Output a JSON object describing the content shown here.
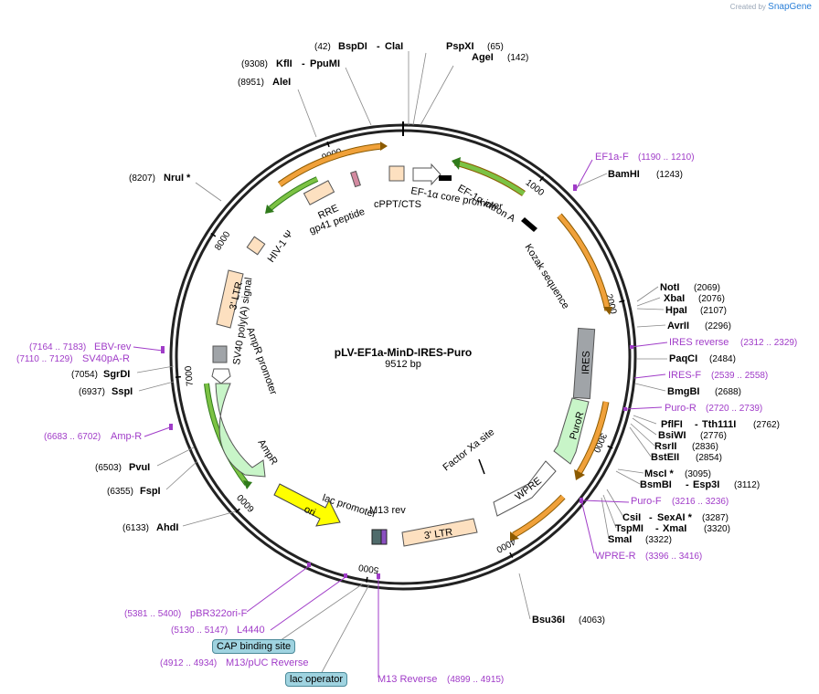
{
  "credit": {
    "prefix": "Created by",
    "brand": "SnapGene"
  },
  "plasmid": {
    "name": "pLV-EF1a-MinD-IRES-Puro",
    "size_label": "9512 bp"
  },
  "ticks": [
    "1000",
    "2000",
    "3000",
    "4000",
    "5000",
    "6000",
    "7000",
    "8000",
    "9000"
  ],
  "sites": [
    {
      "pos": "(42)",
      "name": "BspDI",
      "name2": "ClaI"
    },
    {
      "pos": "(65)",
      "name": "PspXI"
    },
    {
      "pos": "(142)",
      "name": "AgeI"
    },
    {
      "pos": "(9308)",
      "name": "KflI",
      "name2": "PpuMI"
    },
    {
      "pos": "(8951)",
      "name": "AleI"
    },
    {
      "pos": "(8207)",
      "name": "NruI *"
    },
    {
      "pos": "(1243)",
      "name": "BamHI"
    },
    {
      "pos": "(2069)",
      "name": "NotI"
    },
    {
      "pos": "(2076)",
      "name": "XbaI"
    },
    {
      "pos": "(2107)",
      "name": "HpaI"
    },
    {
      "pos": "(2296)",
      "name": "AvrII"
    },
    {
      "pos": "(2484)",
      "name": "PaqCI"
    },
    {
      "pos": "(2688)",
      "name": "BmgBI"
    },
    {
      "pos": "(2762)",
      "name": "PflFI",
      "name2": "Tth111I"
    },
    {
      "pos": "(2776)",
      "name": "BsiWI"
    },
    {
      "pos": "(2836)",
      "name": "RsrII"
    },
    {
      "pos": "(2854)",
      "name": "BstEII"
    },
    {
      "pos": "(3095)",
      "name": "MscI *"
    },
    {
      "pos": "(3112)",
      "name": "BsmBI",
      "name2": "Esp3I"
    },
    {
      "pos": "(3287)",
      "name": "CsiI",
      "name2": "SexAI *"
    },
    {
      "pos": "(3320)",
      "name": "TspMI",
      "name2": "XmaI"
    },
    {
      "pos": "(3322)",
      "name": "SmaI"
    },
    {
      "pos": "(4063)",
      "name": "Bsu36I"
    },
    {
      "pos": "(7054)",
      "name": "SgrDI"
    },
    {
      "pos": "(6937)",
      "name": "SspI"
    },
    {
      "pos": "(6503)",
      "name": "PvuI"
    },
    {
      "pos": "(6355)",
      "name": "FspI"
    },
    {
      "pos": "(6133)",
      "name": "AhdI"
    }
  ],
  "primers": [
    {
      "name": "EF1a-F",
      "range": "(1190 .. 1210)"
    },
    {
      "name": "IRES reverse",
      "range": "(2312 .. 2329)"
    },
    {
      "name": "IRES-F",
      "range": "(2539 .. 2558)"
    },
    {
      "name": "Puro-R",
      "range": "(2720 .. 2739)"
    },
    {
      "name": "Puro-F",
      "range": "(3216 .. 3236)"
    },
    {
      "name": "WPRE-R",
      "range": "(3396 .. 3416)"
    },
    {
      "name": "EBV-rev",
      "range": "(7164 .. 7183)"
    },
    {
      "name": "SV40pA-R",
      "range": "(7110 .. 7129)"
    },
    {
      "name": "Amp-R",
      "range": "(6683 .. 6702)"
    },
    {
      "name": "pBR322ori-F",
      "range": "(5381 .. 5400)"
    },
    {
      "name": "L4440",
      "range": "(5130 .. 5147)"
    },
    {
      "name": "M13/pUC Reverse",
      "range": "(4912 .. 4934)"
    },
    {
      "name": "M13 Reverse",
      "range": "(4899 .. 4915)"
    }
  ],
  "features": {
    "ef1a_intron": "EF-1α intron A",
    "ef1a_core": "EF-1α core promoter",
    "kozak": "Kozak sequence",
    "ires": "IRES",
    "puror": "PuroR",
    "factor_xa": "Factor Xa site",
    "wpre": "WPRE",
    "ltr3_bottom": "3' LTR",
    "m13rev": "M13 rev",
    "lac_promoter": "lac promoter",
    "ori": "ori",
    "ampr": "AmpR",
    "ampr_promoter": "AmpR promoter",
    "sv40": "SV40 poly(A) signal",
    "ltr3_left": "3' LTR",
    "hiv_psi": "HIV-1 Ψ",
    "rre": "RRE",
    "gp41": "gp41 peptide",
    "cppt": "cPPT/CTS"
  },
  "pills": {
    "cap": "CAP binding site",
    "lacop": "lac operator"
  },
  "colors": {
    "primer": "#a03cc8",
    "promoter_green": "#7cc244",
    "orange_arrow": "#f0a13a",
    "ltr": "#fde0c0",
    "puro": "#c8f5c8",
    "ori": "#ffff00",
    "grey": "#a0a4a8"
  }
}
